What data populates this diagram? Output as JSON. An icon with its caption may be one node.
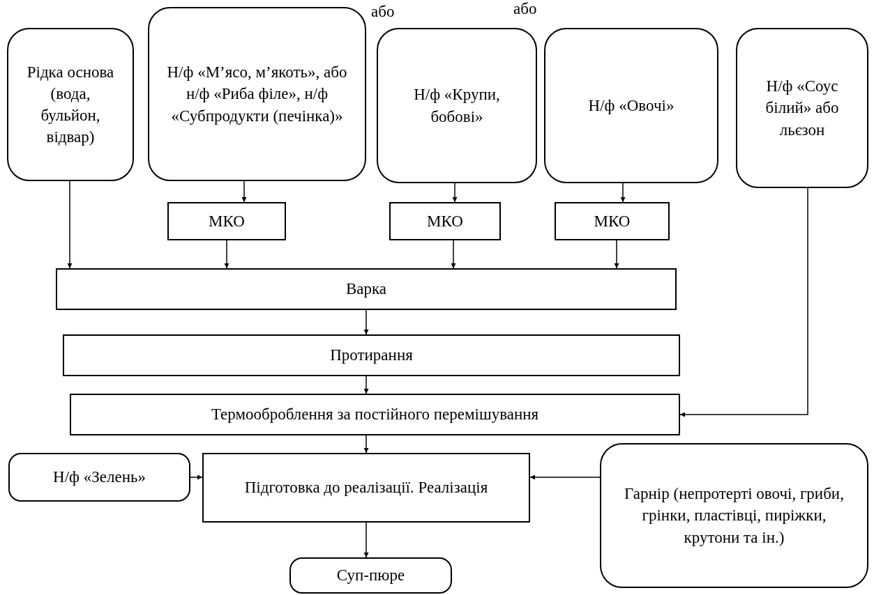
{
  "diagram": {
    "nodes": [
      {
        "text": [
          "Рідка основа (вода, бульйон, відвар)"
        ]
      },
      {
        "text": [
          "Н/ф «М’ясо, м’якоть», або н/ф «Риба філе», н/ф «Субпродукти (печінка)»"
        ]
      },
      {
        "text": [
          "Н/ф «Крупи, бобові»"
        ]
      },
      {
        "text": [
          "Н/ф «Овочі»"
        ]
      },
      {
        "text": [
          "Н/ф «Соус білий» або льєзон"
        ]
      },
      {
        "text": [
          "МКО"
        ]
      },
      {
        "text": [
          "МКО"
        ]
      },
      {
        "text": [
          "МКО"
        ]
      },
      {
        "text": [
          "Варка"
        ]
      },
      {
        "text": [
          "Протирання"
        ]
      },
      {
        "text": [
          "Термооброблення за постійного перемішування"
        ]
      },
      {
        "text": [
          "Н/ф «Зелень»"
        ]
      },
      {
        "text": [
          "Підготовка до реалізації. Реалізація"
        ]
      },
      {
        "text": [
          "Гарнір (непротерті овочі, гриби, грінки, пластівці, пиріжки, крутони та ін.)"
        ]
      },
      {
        "text": [
          "Суп-пюре"
        ]
      }
    ],
    "edges": [
      {
        "from": 0,
        "to": 8,
        "arrow": "to"
      },
      {
        "from": 1,
        "to": 5,
        "arrow": "to"
      },
      {
        "from": 5,
        "to": 8,
        "arrow": "to"
      },
      {
        "from": 2,
        "to": 6,
        "arrow": "to"
      },
      {
        "from": 6,
        "to": 8,
        "arrow": "to"
      },
      {
        "from": 3,
        "to": 7,
        "arrow": "to"
      },
      {
        "from": 7,
        "to": 8,
        "arrow": "to"
      },
      {
        "from": 8,
        "to": 9,
        "arrow": "to"
      },
      {
        "from": 9,
        "to": 10,
        "arrow": "to"
      },
      {
        "from": 4,
        "to": 10,
        "arrow": "to"
      },
      {
        "from": 10,
        "to": 12,
        "arrow": "to"
      },
      {
        "from": 11,
        "to": 12,
        "arrow": "to"
      },
      {
        "from": 13,
        "to": 12,
        "arrow": "to"
      },
      {
        "from": 12,
        "to": 14,
        "arrow": "to"
      }
    ],
    "labels": [
      "або",
      "або"
    ]
  }
}
